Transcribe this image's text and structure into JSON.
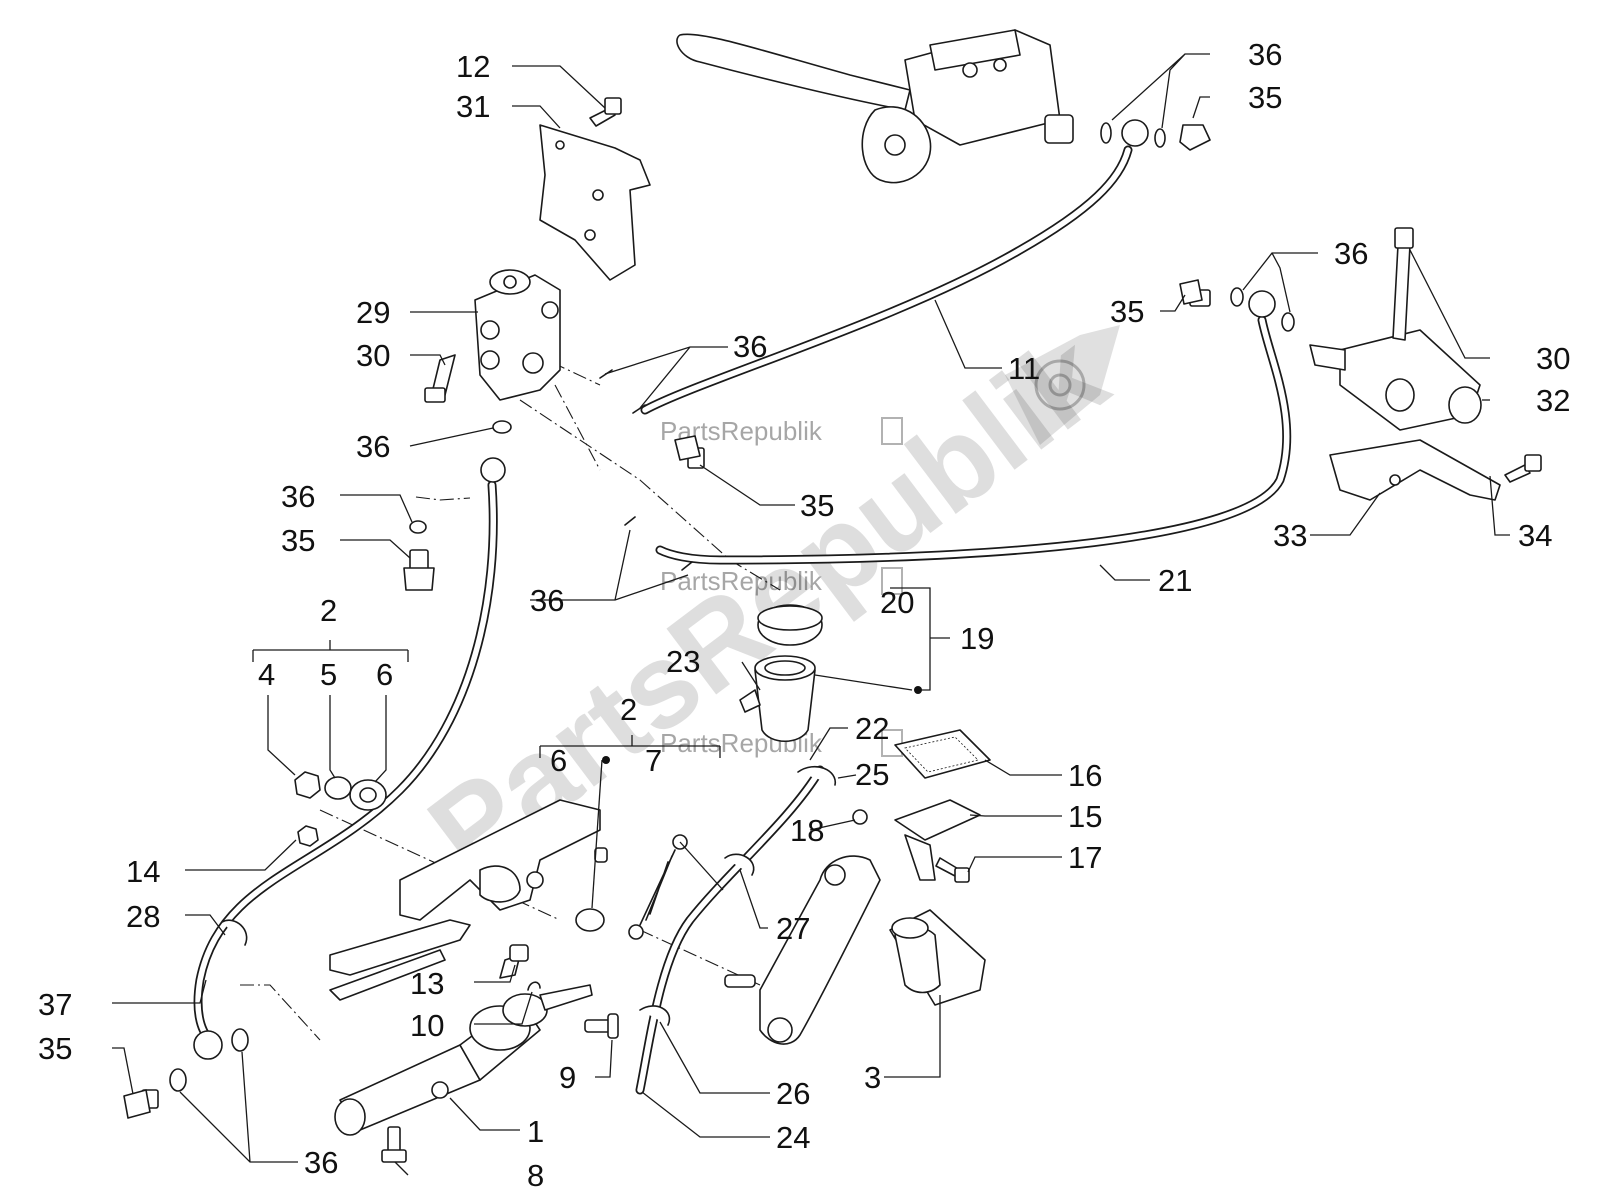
{
  "watermarks": {
    "brand_big": "PartsRepublik",
    "brand_small": "PartsRepublik"
  },
  "callouts": [
    {
      "id": "12",
      "text": "12"
    },
    {
      "id": "31",
      "text": "31"
    },
    {
      "id": "29",
      "text": "29"
    },
    {
      "id": "30a",
      "text": "30"
    },
    {
      "id": "36a",
      "text": "36"
    },
    {
      "id": "36b",
      "text": "36"
    },
    {
      "id": "35a",
      "text": "35"
    },
    {
      "id": "2a",
      "text": "2"
    },
    {
      "id": "4",
      "text": "4"
    },
    {
      "id": "5",
      "text": "5"
    },
    {
      "id": "6a",
      "text": "6"
    },
    {
      "id": "14",
      "text": "14"
    },
    {
      "id": "28",
      "text": "28"
    },
    {
      "id": "37",
      "text": "37"
    },
    {
      "id": "35b",
      "text": "35"
    },
    {
      "id": "36c",
      "text": "36"
    },
    {
      "id": "8",
      "text": "8"
    },
    {
      "id": "1",
      "text": "1"
    },
    {
      "id": "9",
      "text": "9"
    },
    {
      "id": "10",
      "text": "10"
    },
    {
      "id": "13",
      "text": "13"
    },
    {
      "id": "2b",
      "text": "2"
    },
    {
      "id": "6b",
      "text": "6"
    },
    {
      "id": "7",
      "text": "7"
    },
    {
      "id": "23",
      "text": "23"
    },
    {
      "id": "36d",
      "text": "36"
    },
    {
      "id": "35c",
      "text": "35"
    },
    {
      "id": "36e",
      "text": "36"
    },
    {
      "id": "36f",
      "text": "36"
    },
    {
      "id": "35d",
      "text": "35"
    },
    {
      "id": "11",
      "text": "11"
    },
    {
      "id": "36g",
      "text": "36"
    },
    {
      "id": "35e",
      "text": "35"
    },
    {
      "id": "30b",
      "text": "30"
    },
    {
      "id": "32",
      "text": "32"
    },
    {
      "id": "33",
      "text": "33"
    },
    {
      "id": "34",
      "text": "34"
    },
    {
      "id": "21",
      "text": "21"
    },
    {
      "id": "20",
      "text": "20"
    },
    {
      "id": "19",
      "text": "19"
    },
    {
      "id": "22",
      "text": "22"
    },
    {
      "id": "25",
      "text": "25"
    },
    {
      "id": "16",
      "text": "16"
    },
    {
      "id": "15",
      "text": "15"
    },
    {
      "id": "18",
      "text": "18"
    },
    {
      "id": "17",
      "text": "17"
    },
    {
      "id": "27",
      "text": "27"
    },
    {
      "id": "3",
      "text": "3"
    },
    {
      "id": "26",
      "text": "26"
    },
    {
      "id": "24",
      "text": "24"
    }
  ]
}
